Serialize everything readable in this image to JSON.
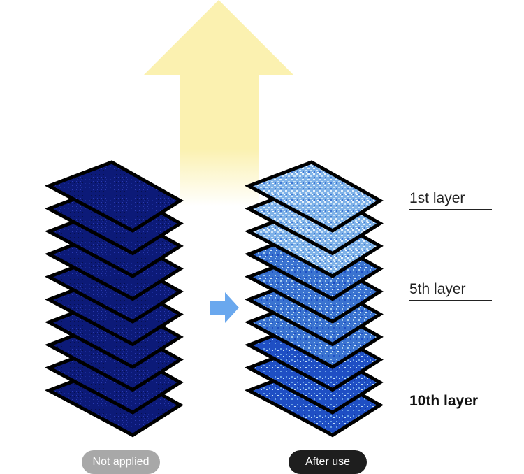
{
  "labels": {
    "layer_1": "1st layer",
    "layer_5": "5th layer",
    "layer_10": "10th layer"
  },
  "badges": {
    "before": "Not applied",
    "after": "After use"
  },
  "colors": {
    "big_arrow": "#fbf1b0",
    "small_arrow": "#6aa8ee",
    "untreated_layer": "#0c1a78",
    "treated_layer_light": "#cfe4f7",
    "treated_layer_dark": "#1f4fc4",
    "outline": "#000000"
  },
  "stack": {
    "layer_count": 10
  }
}
